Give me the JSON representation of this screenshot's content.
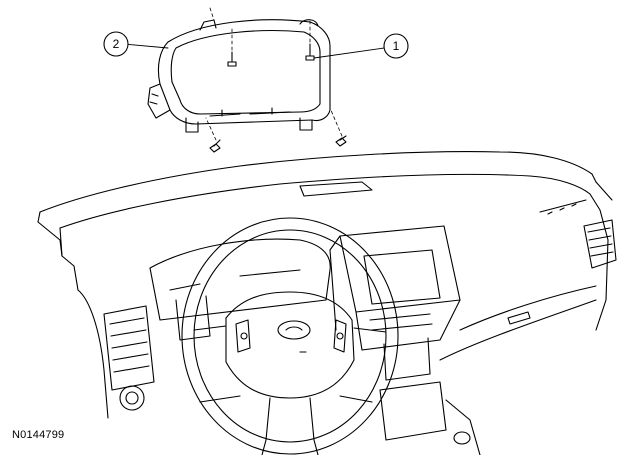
{
  "figure": {
    "id": "N0144799",
    "callouts": [
      {
        "label": "1"
      },
      {
        "label": "2"
      }
    ]
  }
}
